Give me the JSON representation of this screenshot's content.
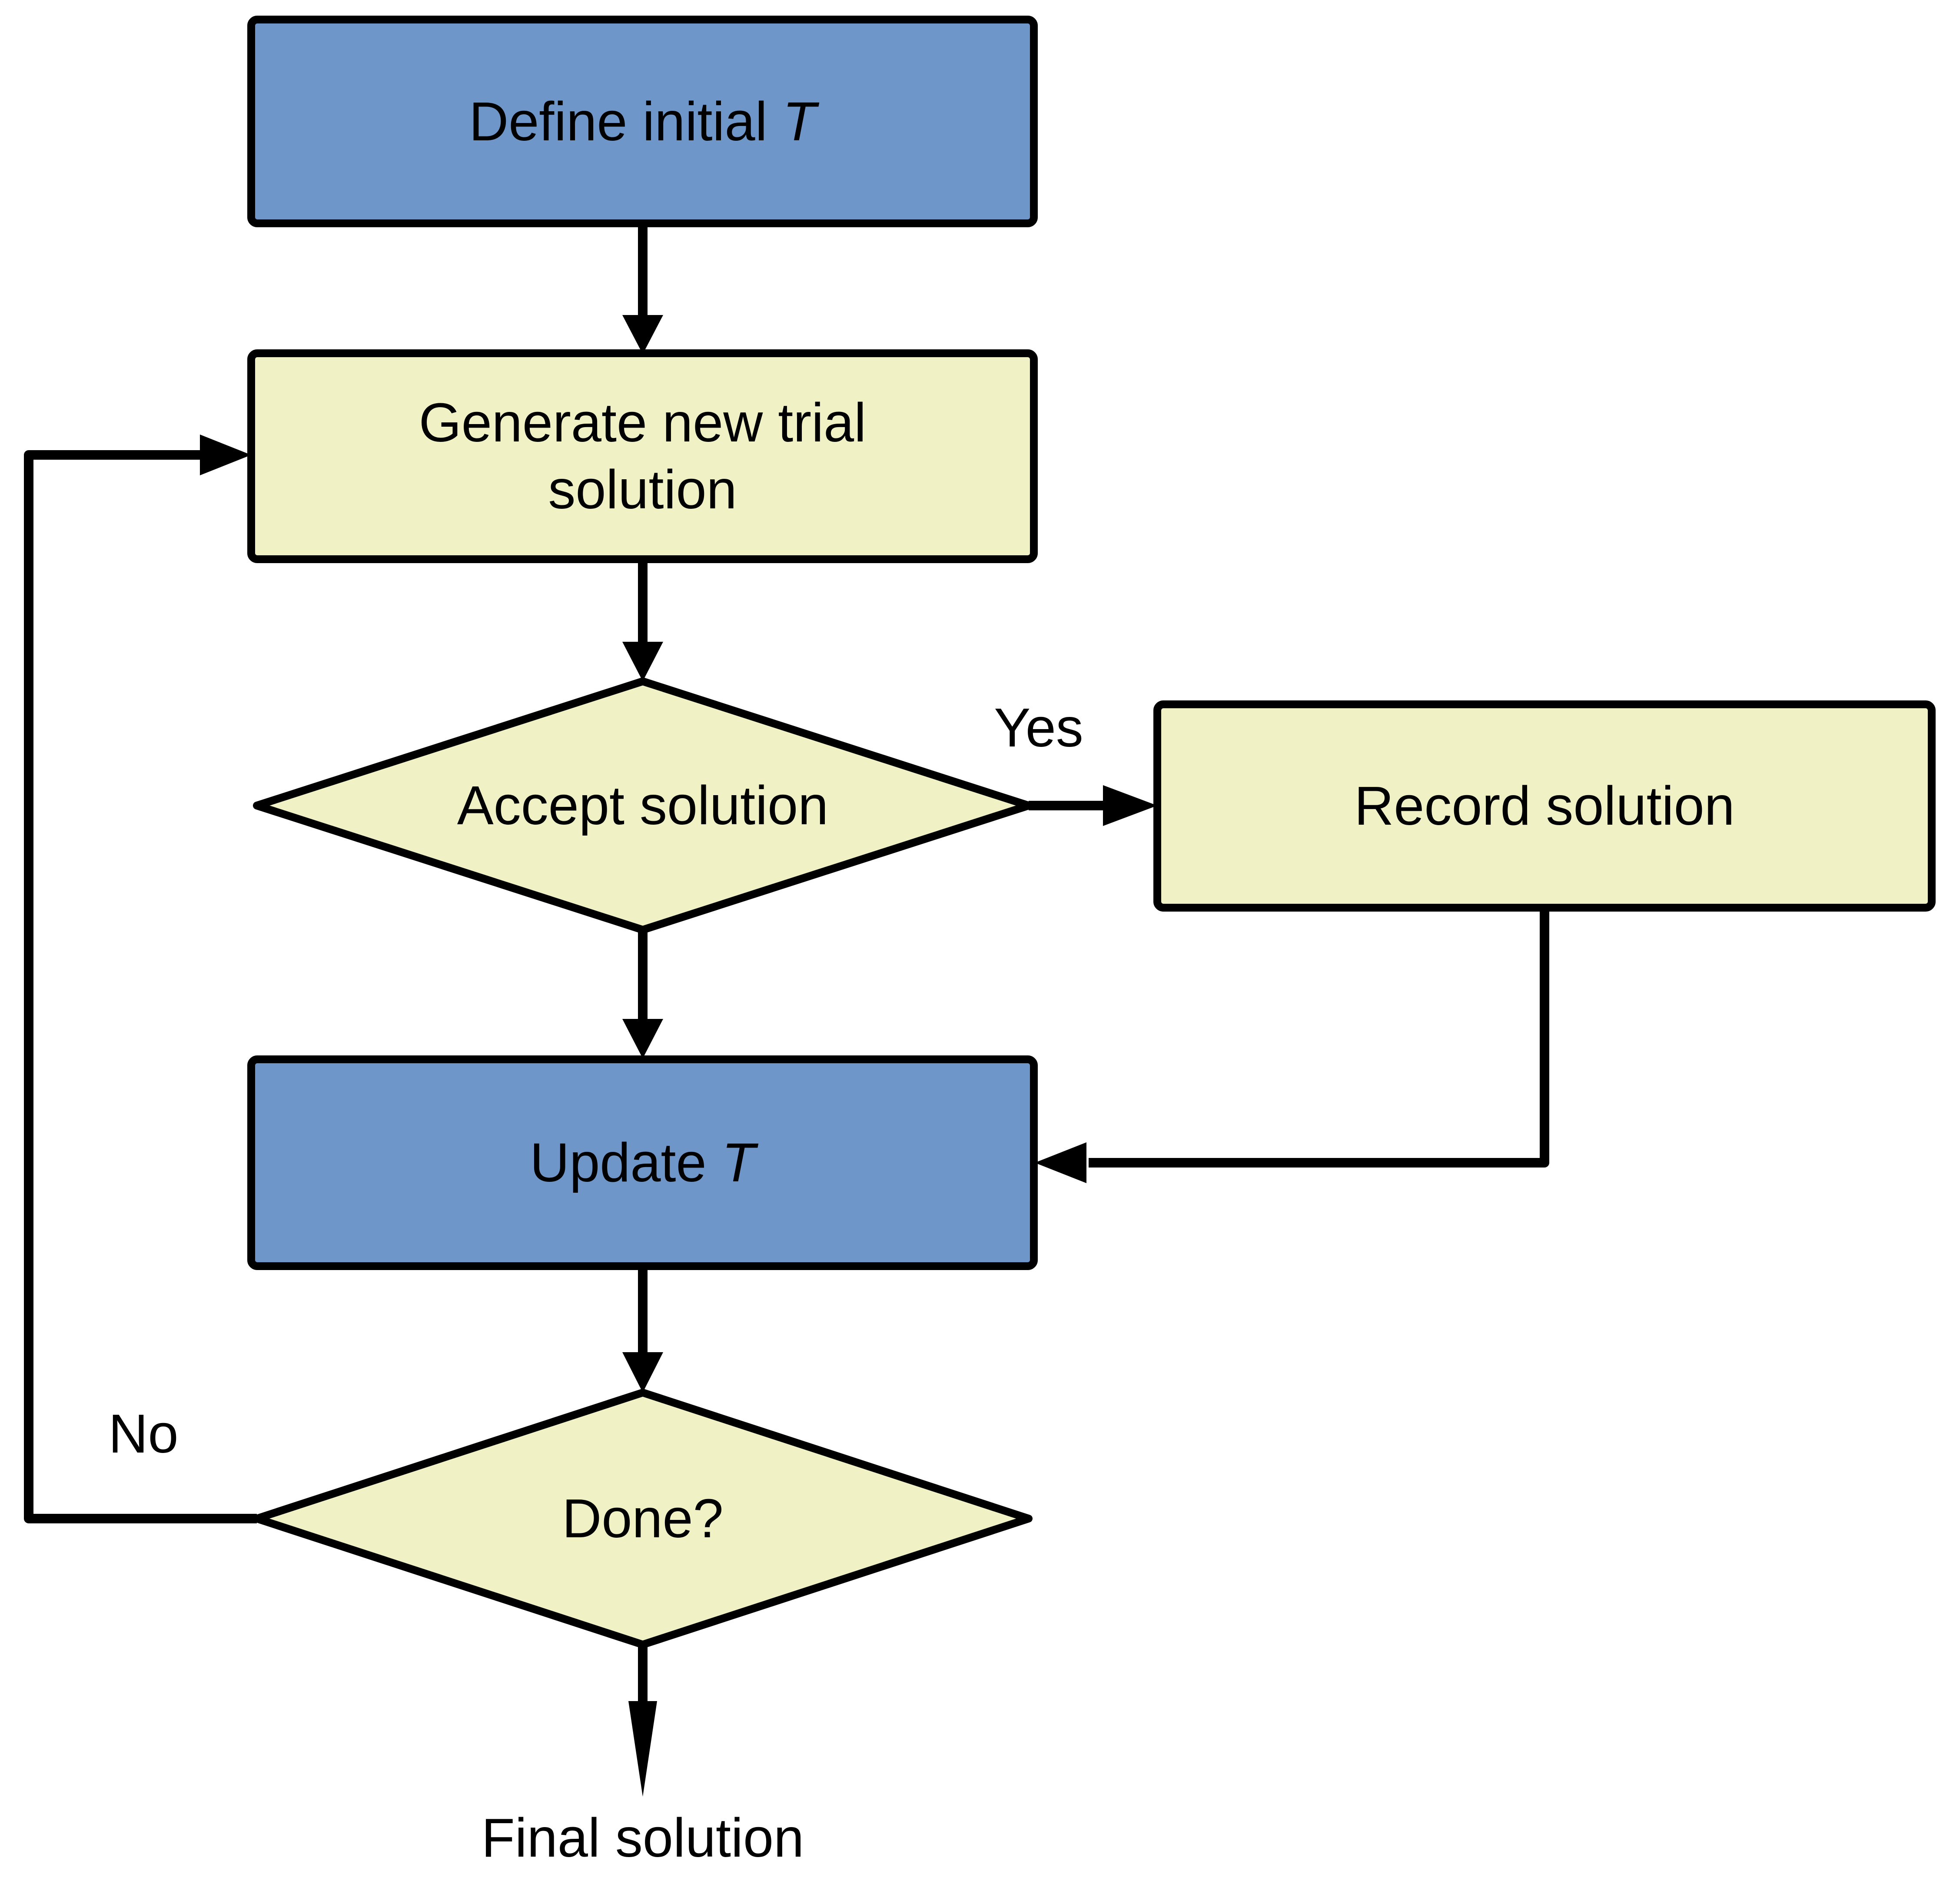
{
  "colors": {
    "node_blue": "#6e96c8",
    "node_cream": "#f1f1c6",
    "line_black": "#000000",
    "background": "#ffffff"
  },
  "nodes": {
    "define": {
      "prefix": "Define initial",
      "variable": "T"
    },
    "generate": {
      "lines": [
        "Generate new trial",
        "solution"
      ]
    },
    "accept": {
      "label": "Accept solution"
    },
    "record": {
      "label": "Record solution"
    },
    "update": {
      "prefix": "Update",
      "variable": "T"
    },
    "done": {
      "label": "Done?"
    },
    "final": {
      "label": "Final solution"
    }
  },
  "edges": {
    "yes": "Yes",
    "no": "No"
  }
}
